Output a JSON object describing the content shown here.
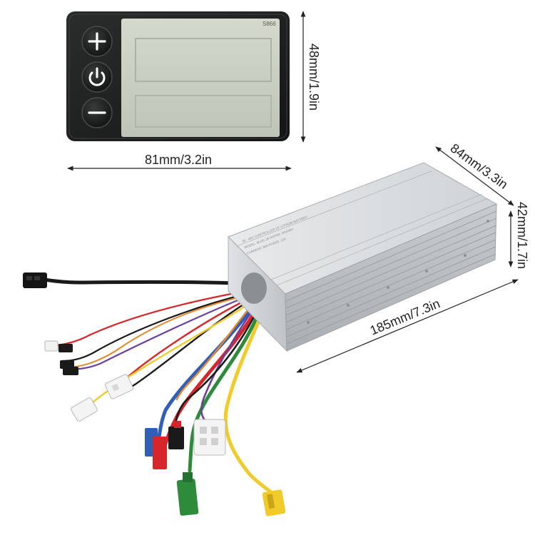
{
  "display": {
    "model": "S866",
    "buttons": [
      {
        "name": "plus",
        "symbol": "+"
      },
      {
        "name": "power",
        "symbol": "power"
      },
      {
        "name": "minus",
        "symbol": "-"
      }
    ]
  },
  "dimensions": {
    "display_width": "81mm/3.2in",
    "display_height": "48mm/1.9in",
    "controller_width": "84mm/3.3in",
    "controller_height": "42mm/1.7in",
    "controller_length": "185mm/7.3in"
  },
  "controller_label": {
    "line1": "36 - 48V CONTROLLER OF LITHIUM BATTERY",
    "line2": "MODEL: BLDC-36    RATED: 36V/48V",
    "line3": "CURRENT: 30A    PHASE: 120"
  },
  "colors": {
    "display_body": "#1e1f1f",
    "lcd_screen": "#c9cfc3",
    "controller_body": "#d5d8da",
    "wire_yellow": "#f1cb2a",
    "wire_green": "#2e8b3c",
    "wire_blue": "#2f5fb8",
    "wire_red": "#d7262b",
    "wire_black": "#1a1a1a",
    "wire_purple": "#6b3fa0",
    "wire_orange": "#e9862a"
  }
}
